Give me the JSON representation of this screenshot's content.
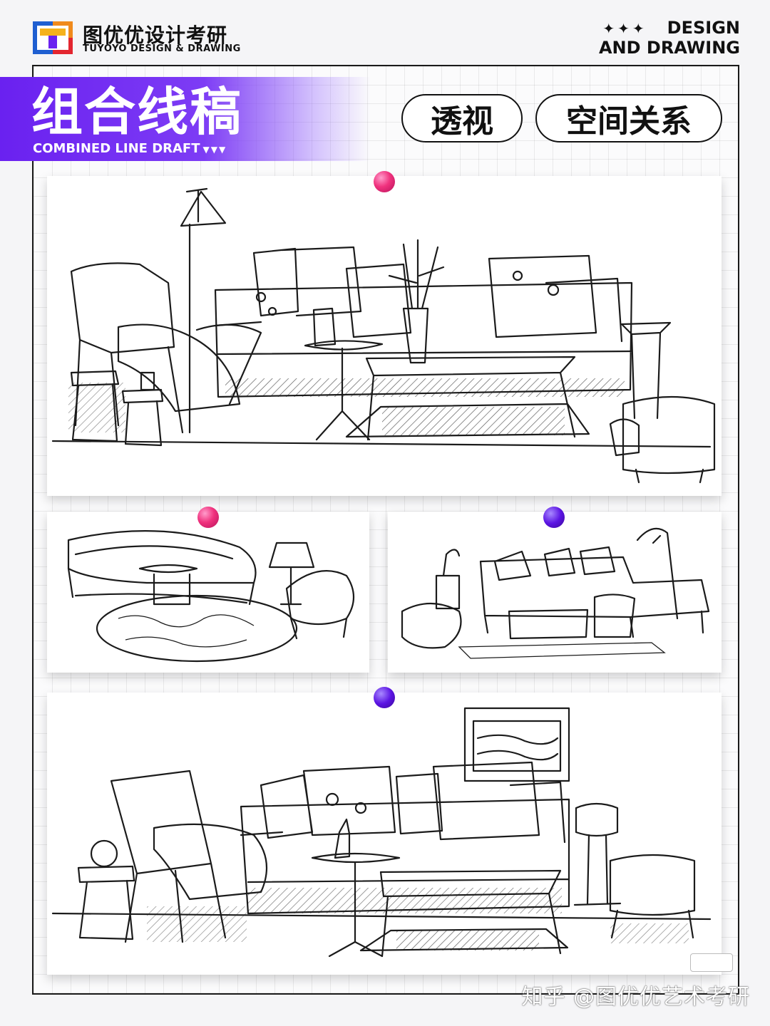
{
  "brand": {
    "name_cn": "图优优设计考研",
    "name_en": "TUYOYO DESIGN & DRAWING",
    "logo_icon": "logo-t-icon",
    "colors": {
      "orange": "#f08a1c",
      "blue": "#1f5fd1",
      "red": "#e3262f",
      "purple": "#6a21f0"
    }
  },
  "tagline": {
    "stars": "✦✦✦",
    "line1": "DESIGN",
    "line2": "AND DRAWING"
  },
  "title": {
    "cn": "组合线稿",
    "en": "COMBINED LINE DRAFT",
    "arrows": "▼▼▼",
    "band_color": "#6a21f0"
  },
  "tags": [
    "透视",
    "空间关系"
  ],
  "cards": [
    {
      "pin_color": "#f0327e",
      "icon": "living-room-sketch-icon"
    },
    {
      "pin_color": "#f0327e",
      "icon": "curved-sofa-sketch-icon"
    },
    {
      "pin_color": "#5b14e3",
      "icon": "sectional-sofa-sketch-icon"
    },
    {
      "pin_color": "#5b14e3",
      "icon": "lounge-set-sketch-icon"
    }
  ],
  "watermark": "知乎 @图优优艺术考研"
}
